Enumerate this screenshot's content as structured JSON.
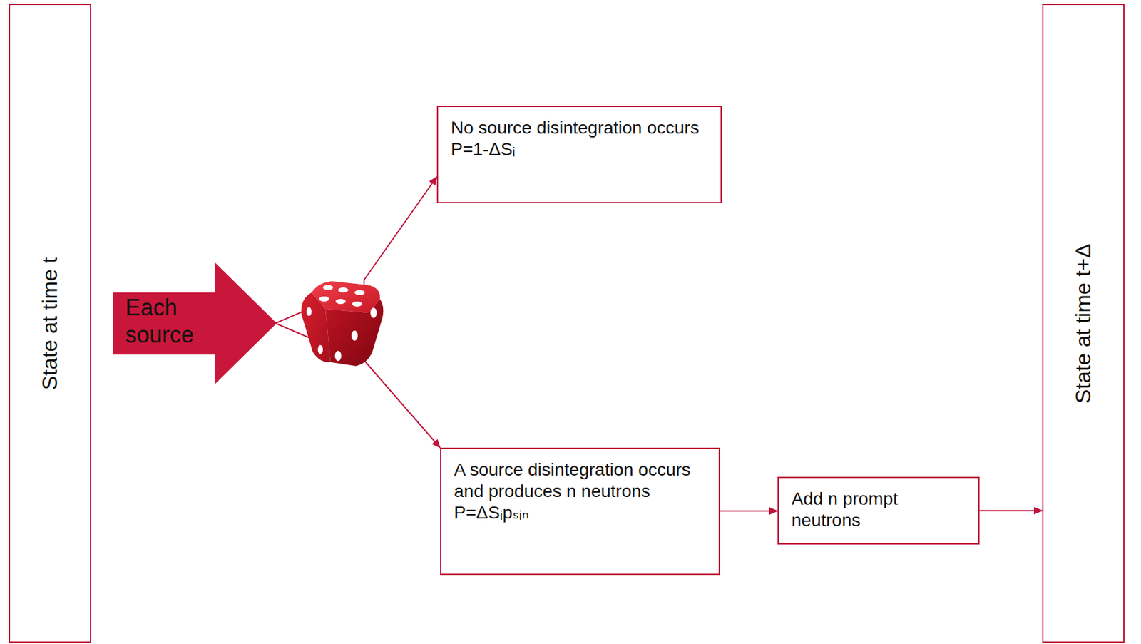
{
  "diagram": {
    "nodes": [
      {
        "text": [
          "State at time t"
        ]
      },
      {
        "text": [
          "Each source"
        ]
      },
      {
        "text": [
          "No source disintegration occurs",
          "P=1-ΔSᵢ"
        ]
      },
      {
        "text": [
          "A source disintegration occurs and produces n neutrons",
          "P=ΔSᵢpₛᵢₙ"
        ]
      },
      {
        "text": [
          "Add n prompt neutrons"
        ]
      },
      {
        "text": [
          "State at time t+Δ"
        ]
      }
    ],
    "edges": [
      {
        "from": 1,
        "to": 2,
        "arrow": "to"
      },
      {
        "from": 1,
        "to": 3,
        "arrow": "to"
      },
      {
        "from": 3,
        "to": 4,
        "arrow": "to"
      },
      {
        "from": 4,
        "to": 5,
        "arrow": "to"
      }
    ]
  }
}
